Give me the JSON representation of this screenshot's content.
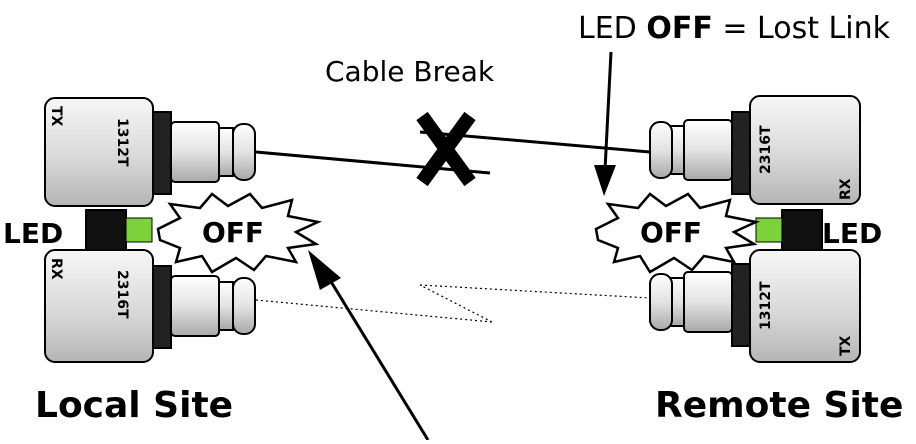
{
  "annotations": {
    "cable_break": "Cable Break",
    "lost_link_prefix": "LED",
    "lost_link_state": "OFF",
    "lost_link_suffix": "= Lost Link"
  },
  "local": {
    "site_label": "Local Site",
    "led_label": "LED",
    "led_state": "OFF",
    "tx_label": "TX",
    "tx_model": "1312T",
    "rx_label": "RX",
    "rx_model": "2316T"
  },
  "remote": {
    "site_label": "Remote Site",
    "led_label": "LED",
    "led_state": "OFF",
    "rx_label": "RX",
    "rx_model": "2316T",
    "tx_label": "TX",
    "tx_model": "1312T"
  },
  "colors": {
    "led_green": "#7bd23a",
    "led_black": "#111111"
  }
}
